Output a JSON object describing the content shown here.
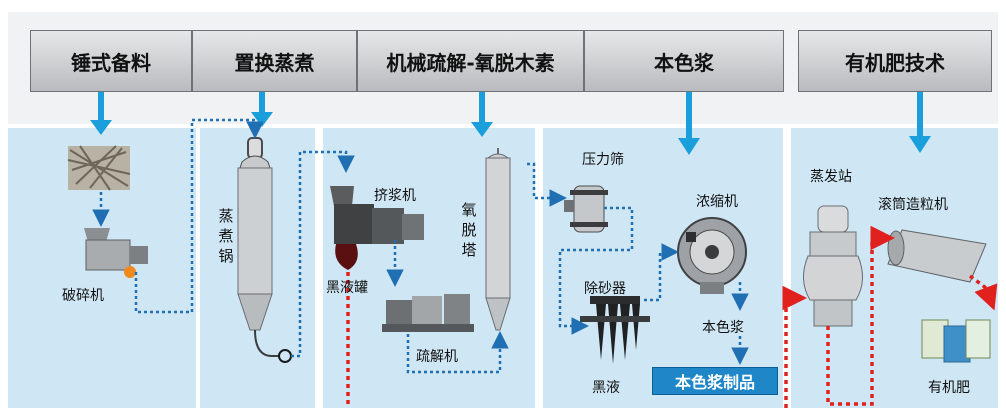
{
  "stages": [
    {
      "label": "锤式备料"
    },
    {
      "label": "置换蒸煮"
    },
    {
      "label": "机械疏解-氧脱木素"
    },
    {
      "label": "本色浆"
    },
    {
      "label": "有机肥技术"
    }
  ],
  "equipment": {
    "crusher": "破碎机",
    "digester": "蒸煮锅",
    "extruder": "挤浆机",
    "black_liquor_tank": "黑液罐",
    "refiner": "疏解机",
    "oxygen_tower": "氧脱塔",
    "pressure_screen": "压力筛",
    "thickener": "浓缩机",
    "desander": "除砂器",
    "black_liquor": "黑液",
    "unbleached_pulp": "本色浆",
    "evaporator": "蒸发站",
    "granulator": "滚筒造粒机",
    "fertilizer": "有机肥"
  },
  "product_badge": "本色浆制品",
  "colors": {
    "arrow": "#1a9fdc",
    "flow_line": "#1f6fb2",
    "liquor_line": "#e0211d",
    "panel": "#cfe6f4",
    "badge": "#1f86c8"
  }
}
